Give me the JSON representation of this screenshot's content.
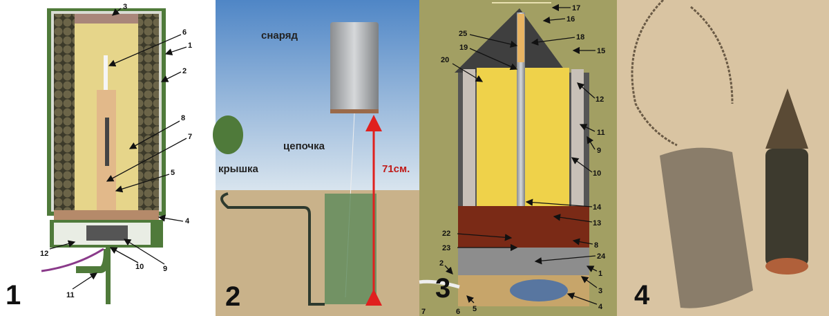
{
  "panels": [
    {
      "number": "1",
      "labels": [
        "3",
        "6",
        "1",
        "2",
        "8",
        "7",
        "5",
        "4",
        "12",
        "10",
        "9",
        "11"
      ]
    },
    {
      "number": "2",
      "labels": {
        "projectile": "снаряд",
        "chain": "цепочка",
        "lid": "крышка",
        "height": "71см."
      }
    },
    {
      "number": "3",
      "labels": [
        "17",
        "16",
        "25",
        "18",
        "19",
        "15",
        "20",
        "12",
        "11",
        "9",
        "10",
        "14",
        "13",
        "22",
        "8",
        "23",
        "24",
        "2",
        "1",
        "3",
        "4",
        "5",
        "7",
        "6"
      ]
    },
    {
      "number": "4"
    }
  ],
  "colors": {
    "casing_green": "#4f7a3a",
    "explosive_yellow": "#e6d58a",
    "olive_bg": "#a29f63",
    "sky_blue": "#6f9fd0",
    "sand": "#c9b28a",
    "red_arrow": "#e0201e"
  }
}
